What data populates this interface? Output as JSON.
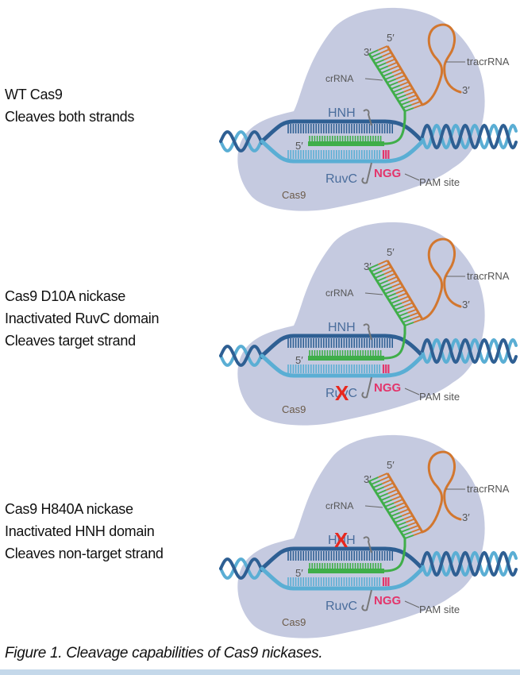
{
  "panels": [
    {
      "id": "wt",
      "lines": [
        "WT Cas9",
        "Cleaves both strands"
      ],
      "inactivated": null
    },
    {
      "id": "d10a",
      "lines": [
        "Cas9 D10A nickase",
        "Inactivated RuvC domain",
        "Cleaves target strand"
      ],
      "inactivated": "RuvC"
    },
    {
      "id": "h840a",
      "lines": [
        "Cas9 H840A nickase",
        "Inactivated HNH domain",
        "Cleaves non-target strand"
      ],
      "inactivated": "HNH"
    }
  ],
  "labels": {
    "five_prime": "5′",
    "three_prime": "3′",
    "crrna": "crRNA",
    "tracrrna": "tracrRNA",
    "hnh": "HNH",
    "ruvc": "RuvC",
    "ngg": "NGG",
    "pam": "PAM site",
    "cas9": "Cas9",
    "inactivation_mark": "X"
  },
  "colors": {
    "protein": "#c5cae0",
    "dna_dark": "#2e5f93",
    "dna_light": "#5aaed4",
    "crrna": "#3fae49",
    "tracrrna": "#d2772f",
    "pam": "#e3356b",
    "domain_text": "#4a6d9c",
    "label_text": "#555555",
    "cas9_text": "#6b5a48",
    "x_mark": "#e8281e"
  },
  "caption": "Figure 1. Cleavage capabilities of Cas9 nickases."
}
